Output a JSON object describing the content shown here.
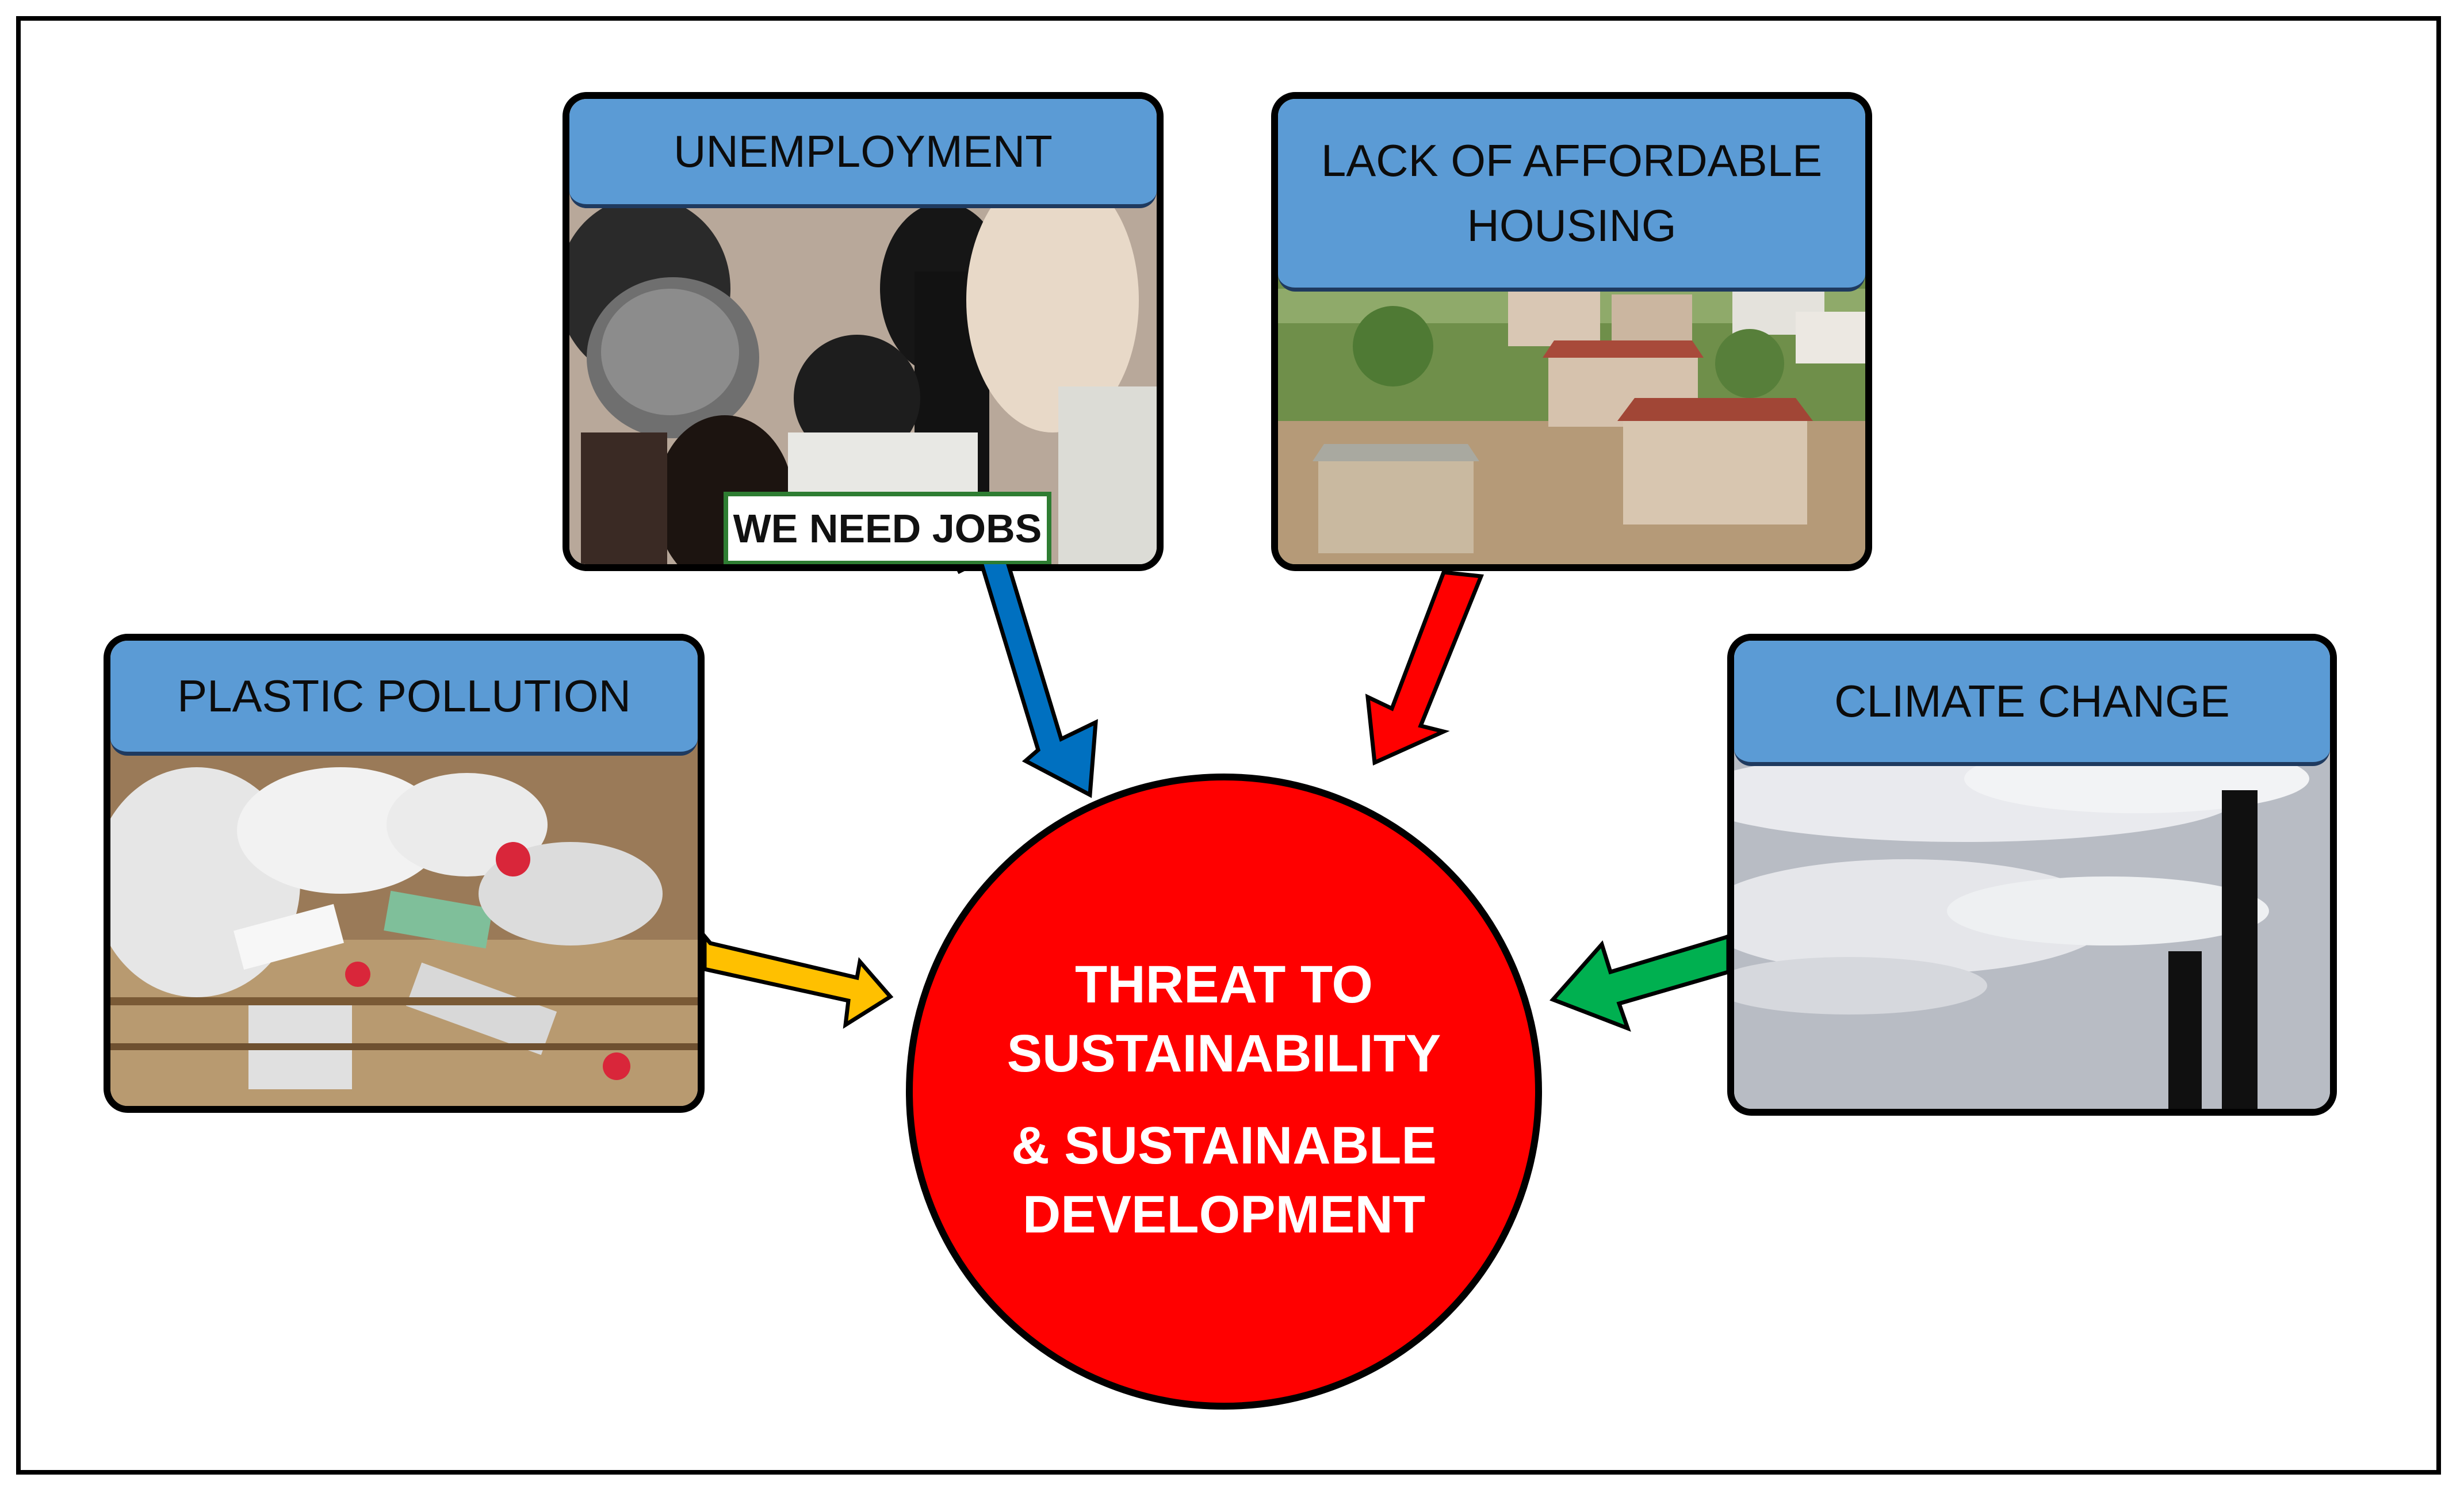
{
  "cards": {
    "unemployment": {
      "title": "UNEMPLOYMENT",
      "sign": "WE NEED JOBS"
    },
    "housing": {
      "title": "LACK OF AFFORDABLE HOUSING"
    },
    "plastic": {
      "title": "PLASTIC POLLUTION"
    },
    "climate": {
      "title": "CLIMATE CHANGE"
    }
  },
  "center": {
    "line1": "THREAT TO SUSTAINABILITY",
    "line2": "& SUSTAINABLE DEVELOPMENT"
  },
  "colors": {
    "header_fill": "#5b9bd5",
    "center_fill": "#ff0000",
    "arrow_unemployment": "#0070c0",
    "arrow_housing": "#ff0000",
    "arrow_plastic": "#ffc000",
    "arrow_climate": "#00b050"
  }
}
